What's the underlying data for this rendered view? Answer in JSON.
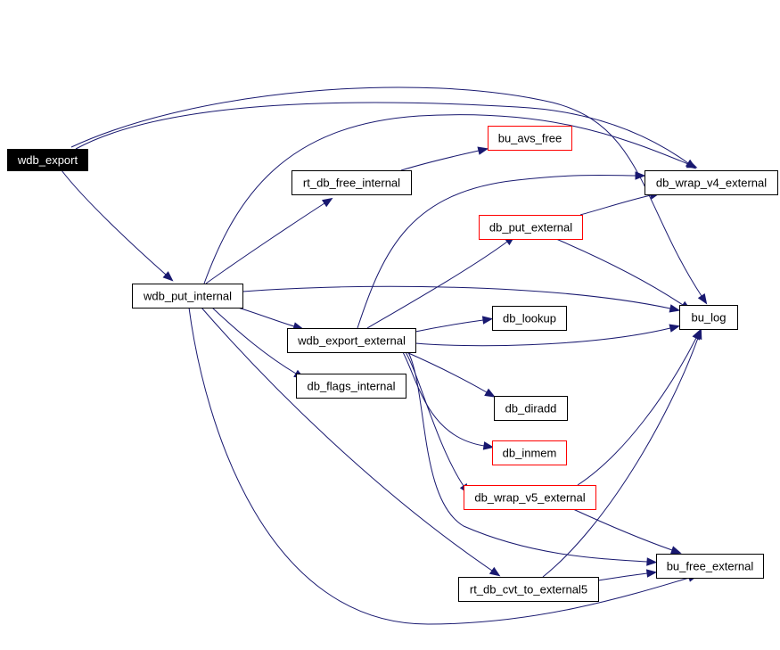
{
  "colors": {
    "edge": "#191970",
    "node_border": "#000000",
    "node_border_undocumented": "#ff0000",
    "root_fill": "#000000",
    "root_text": "#ffffff",
    "node_fill": "#ffffff",
    "node_text": "#000000"
  },
  "nodes": [
    {
      "id": "wdb_export",
      "label": "wdb_export",
      "style": "root"
    },
    {
      "id": "wdb_put_internal",
      "label": "wdb_put_internal",
      "style": "normal"
    },
    {
      "id": "rt_db_free_internal",
      "label": "rt_db_free_internal",
      "style": "normal"
    },
    {
      "id": "bu_avs_free",
      "label": "bu_avs_free",
      "style": "red"
    },
    {
      "id": "db_wrap_v4_external",
      "label": "db_wrap_v4_external",
      "style": "normal"
    },
    {
      "id": "db_put_external",
      "label": "db_put_external",
      "style": "red"
    },
    {
      "id": "bu_log",
      "label": "bu_log",
      "style": "normal"
    },
    {
      "id": "wdb_export_external",
      "label": "wdb_export_external",
      "style": "normal"
    },
    {
      "id": "db_lookup",
      "label": "db_lookup",
      "style": "normal"
    },
    {
      "id": "db_flags_internal",
      "label": "db_flags_internal",
      "style": "normal"
    },
    {
      "id": "db_diradd",
      "label": "db_diradd",
      "style": "normal"
    },
    {
      "id": "db_inmem",
      "label": "db_inmem",
      "style": "red"
    },
    {
      "id": "db_wrap_v5_external",
      "label": "db_wrap_v5_external",
      "style": "red"
    },
    {
      "id": "bu_free_external",
      "label": "bu_free_external",
      "style": "normal"
    },
    {
      "id": "rt_db_cvt_to_external5",
      "label": "rt_db_cvt_to_external5",
      "style": "normal"
    }
  ],
  "edges": [
    {
      "from": "wdb_export",
      "to": "wdb_put_internal"
    },
    {
      "from": "wdb_export",
      "to": "db_wrap_v4_external"
    },
    {
      "from": "wdb_export",
      "to": "bu_log"
    },
    {
      "from": "wdb_put_internal",
      "to": "rt_db_free_internal"
    },
    {
      "from": "wdb_put_internal",
      "to": "db_wrap_v4_external"
    },
    {
      "from": "wdb_put_internal",
      "to": "bu_log"
    },
    {
      "from": "wdb_put_internal",
      "to": "wdb_export_external"
    },
    {
      "from": "wdb_put_internal",
      "to": "db_flags_internal"
    },
    {
      "from": "wdb_put_internal",
      "to": "rt_db_cvt_to_external5"
    },
    {
      "from": "wdb_put_internal",
      "to": "bu_free_external"
    },
    {
      "from": "rt_db_free_internal",
      "to": "bu_avs_free"
    },
    {
      "from": "wdb_export_external",
      "to": "db_wrap_v4_external"
    },
    {
      "from": "wdb_export_external",
      "to": "db_put_external"
    },
    {
      "from": "wdb_export_external",
      "to": "db_lookup"
    },
    {
      "from": "wdb_export_external",
      "to": "bu_log"
    },
    {
      "from": "wdb_export_external",
      "to": "db_diradd"
    },
    {
      "from": "wdb_export_external",
      "to": "db_inmem"
    },
    {
      "from": "wdb_export_external",
      "to": "db_wrap_v5_external"
    },
    {
      "from": "wdb_export_external",
      "to": "bu_free_external"
    },
    {
      "from": "db_put_external",
      "to": "db_wrap_v4_external"
    },
    {
      "from": "db_put_external",
      "to": "bu_log"
    },
    {
      "from": "db_wrap_v5_external",
      "to": "bu_log"
    },
    {
      "from": "db_wrap_v5_external",
      "to": "bu_free_external"
    },
    {
      "from": "rt_db_cvt_to_external5",
      "to": "bu_log"
    },
    {
      "from": "rt_db_cvt_to_external5",
      "to": "bu_free_external"
    }
  ]
}
